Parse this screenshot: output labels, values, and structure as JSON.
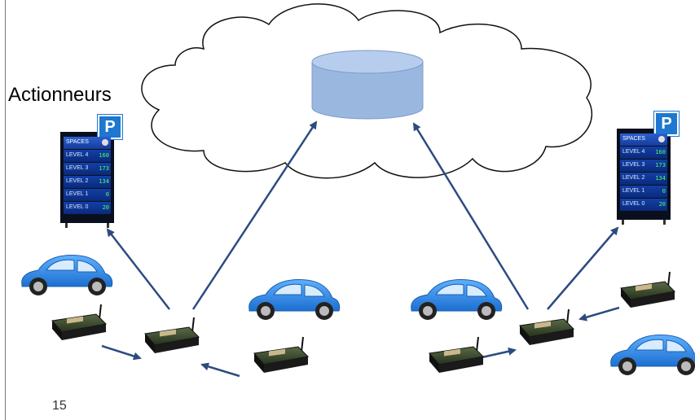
{
  "title": "Actionneurs",
  "page_number": "15",
  "colors": {
    "arrow": "#2d4b80",
    "car": "#2f86e0",
    "database": "#93b3e0",
    "sensor_board": "#3a4a2e"
  },
  "icons": {
    "cloud": "cloud-icon",
    "database": "database-icon",
    "car": "car-icon",
    "sensor": "sensor-node-icon",
    "parking_sign": "parking-p-icon"
  },
  "parking_display": {
    "logo": "P",
    "header": "SPACES",
    "rows": [
      {
        "label": "LEVEL 4",
        "value": "160"
      },
      {
        "label": "LEVEL 3",
        "value": "173"
      },
      {
        "label": "LEVEL 2",
        "value": "134"
      },
      {
        "label": "LEVEL 1",
        "value": "0"
      },
      {
        "label": "LEVEL 0",
        "value": "20"
      }
    ]
  }
}
